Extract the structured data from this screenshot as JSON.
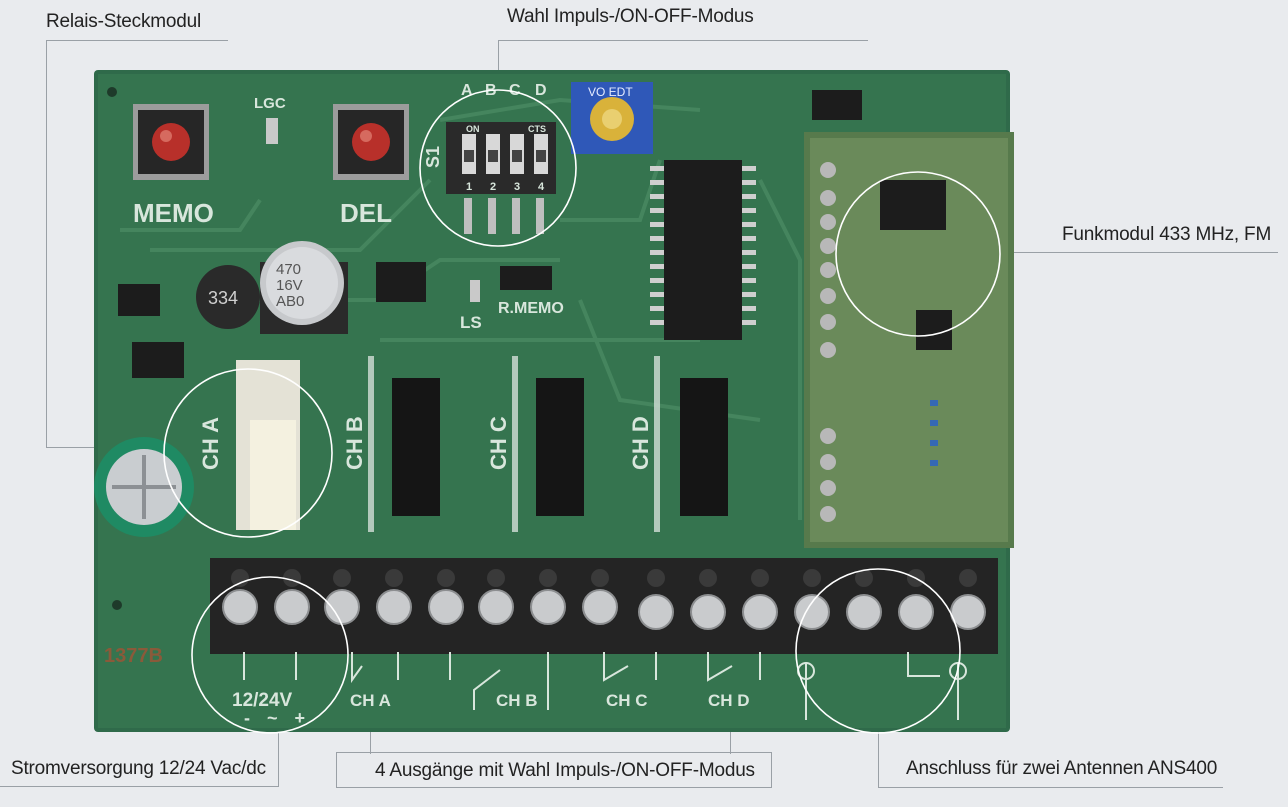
{
  "labels": {
    "relay": "Relais-Steckmodul",
    "mode": "Wahl Impuls-/ON-OFF-Modus",
    "radio": "Funkmodul 433 MHz, FM",
    "power": "Stromversorgung 12/24 Vac/dc",
    "outputs": "4 Ausgänge mit Wahl Impuls-/ON-OFF-Modus",
    "antenna": "Anschluss für zwei Antennen ANS400"
  },
  "board": {
    "memo": "MEMO",
    "del": "DEL",
    "lgc": "LGC",
    "s1": "S1",
    "ls": "LS",
    "rmemo": "R.MEMO",
    "dip_top": [
      "A",
      "B",
      "C",
      "D"
    ],
    "dip_bottom": [
      "1",
      "2",
      "3",
      "4"
    ],
    "dip_on": "ON",
    "dip_cts": "CTS",
    "channels": [
      "CH A",
      "CH B",
      "CH C",
      "CH D"
    ],
    "cap_value": "470",
    "cap_voltage": "16V",
    "cap_code": "AB0",
    "inductor": "334",
    "trimmer": "VO EDT",
    "terminal_power": "12/24V",
    "terminal_power_signs": "- ~ +",
    "terminal_channels": [
      "CH A",
      "CH B",
      "CH C",
      "CH D"
    ],
    "board_code": "1377B"
  }
}
